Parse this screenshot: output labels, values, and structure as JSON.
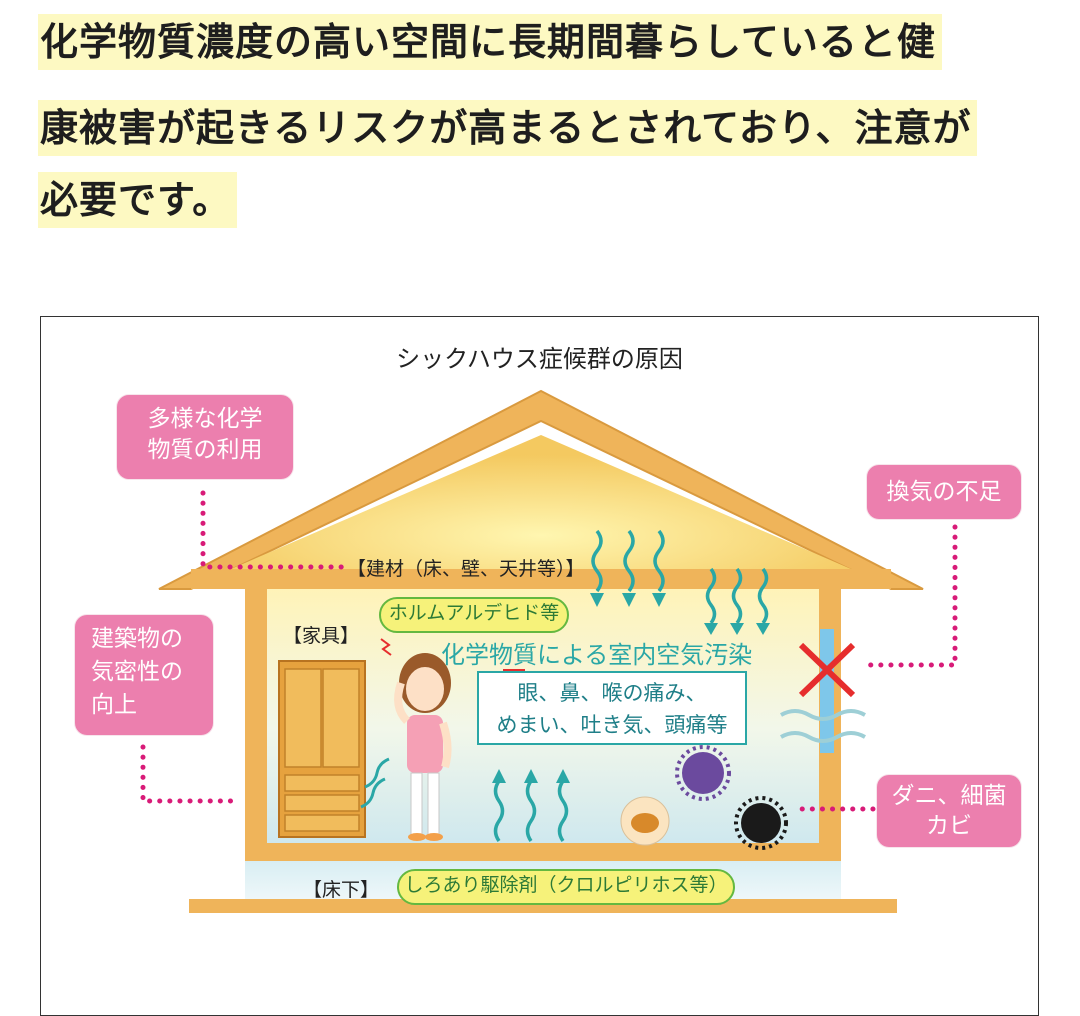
{
  "intro": {
    "line1": "化学物質濃度の高い空間に長期間暮らしていると健",
    "line2": "康被害が起きるリスクが高まるとされており、注意が",
    "line3": "必要です。"
  },
  "diagram": {
    "title": "シックハウス症候群の原因",
    "causes": {
      "chemicals": "多様な化学物質の利用",
      "ventilation": "換気の不足",
      "airtight": "建築物の気密性の向上",
      "mites": "ダニ、細菌カビ"
    },
    "cause_lines": {
      "chemicals": [
        "多様な化学",
        "物質の利用"
      ],
      "airtight": [
        "建築物の",
        "気密性の",
        "向上"
      ],
      "mites": [
        "ダニ、細菌",
        "カビ"
      ]
    },
    "labels": {
      "materials": "【建材（床、壁、天井等）】",
      "furniture": "【家具】",
      "underfloor": "【床下】"
    },
    "pills": {
      "formaldehyde": "ホルムアルデヒド等",
      "termite": "しろあり駆除剤（クロルピリホス等）"
    },
    "pollution": "化学物質による室内空気汚染",
    "symptoms": [
      "眼、鼻、喉の痛み、",
      "めまい、吐き気、頭痛等"
    ]
  },
  "colors": {
    "highlight": "#fdf9c2",
    "pink": "#ec7fae",
    "house": "#efb45a",
    "teal": "#2aa7a6",
    "red": "#e62d2d"
  }
}
